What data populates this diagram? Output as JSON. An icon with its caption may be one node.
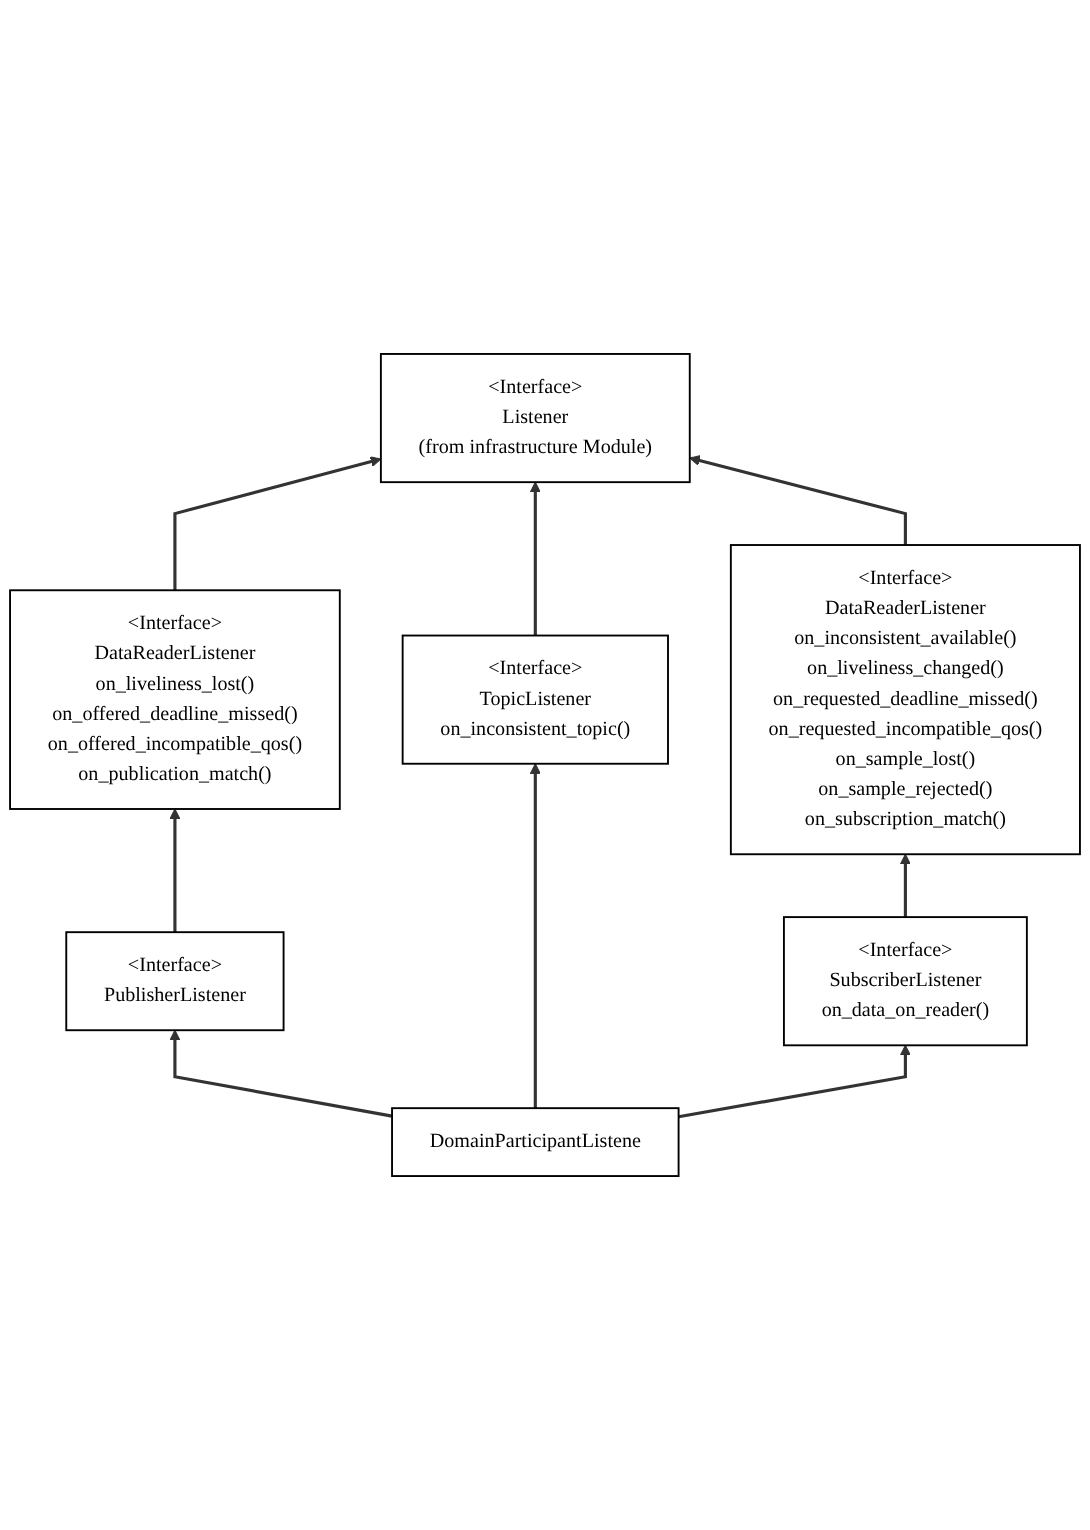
{
  "diagram": {
    "nodes": [
      {
        "text": [
          "<Interface>",
          "Listener",
          "(from infrastructure Module)"
        ]
      },
      {
        "text": [
          "<Interface>",
          "DataReaderListener",
          "on_liveliness_lost()",
          "on_offered_deadline_missed()",
          "on_offered_incompatible_qos()",
          "on_publication_match()"
        ]
      },
      {
        "text": [
          "<Interface>",
          "DataReaderListener",
          "on_inconsistent_available()",
          "on_liveliness_changed()",
          "on_requested_deadline_missed()",
          "on_requested_incompatible_qos()",
          "on_sample_lost()",
          "on_sample_rejected()",
          "on_subscription_match()"
        ]
      },
      {
        "text": [
          "<Interface>",
          "TopicListener",
          "on_inconsistent_topic()"
        ]
      },
      {
        "text": [
          "<Interface>",
          "PublisherListener"
        ]
      },
      {
        "text": [
          "<Interface>",
          "SubscriberListener",
          "on_data_on_reader()"
        ]
      },
      {
        "text": [
          "DomainParticipantListene"
        ]
      }
    ],
    "edges": [
      {
        "from": 1,
        "to": 0,
        "arrow": "to"
      },
      {
        "from": 3,
        "to": 0,
        "arrow": "to"
      },
      {
        "from": 2,
        "to": 0,
        "arrow": "to"
      },
      {
        "from": 4,
        "to": 1,
        "arrow": "to"
      },
      {
        "from": 5,
        "to": 2,
        "arrow": "to"
      },
      {
        "from": 6,
        "to": 4,
        "arrow": "to"
      },
      {
        "from": 6,
        "to": 3,
        "arrow": "to"
      },
      {
        "from": 6,
        "to": 5,
        "arrow": "to"
      }
    ]
  }
}
